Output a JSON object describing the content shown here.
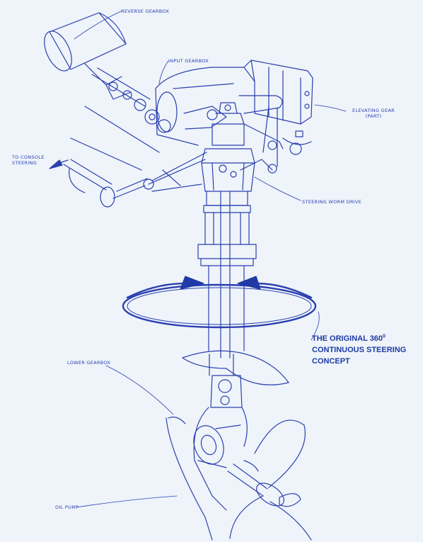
{
  "labels": {
    "reverse_gearbox": "REVERSE GEARBOX",
    "input_gearbox": "INPUT GEARBOX",
    "elevating_gear_line1": "ELEVATING GEAR",
    "elevating_gear_line2": "(PART)",
    "to_console_line1": "TO CONSOLE",
    "to_console_line2": "STEERING",
    "steering_worm_drive": "STEERING WORM DRIVE",
    "lower_gearbox": "LOWER GEARBOX",
    "oil_pump": "OIL PUMP"
  },
  "concept": {
    "line1_text": "THE ORIGINAL 360",
    "line1_sup": "0",
    "line2": "CONTINUOUS STEERING",
    "line3": "CONCEPT"
  },
  "colors": {
    "line": "#2b3fb0",
    "background": "#eef4f9",
    "accent": "#1f3aa6"
  }
}
